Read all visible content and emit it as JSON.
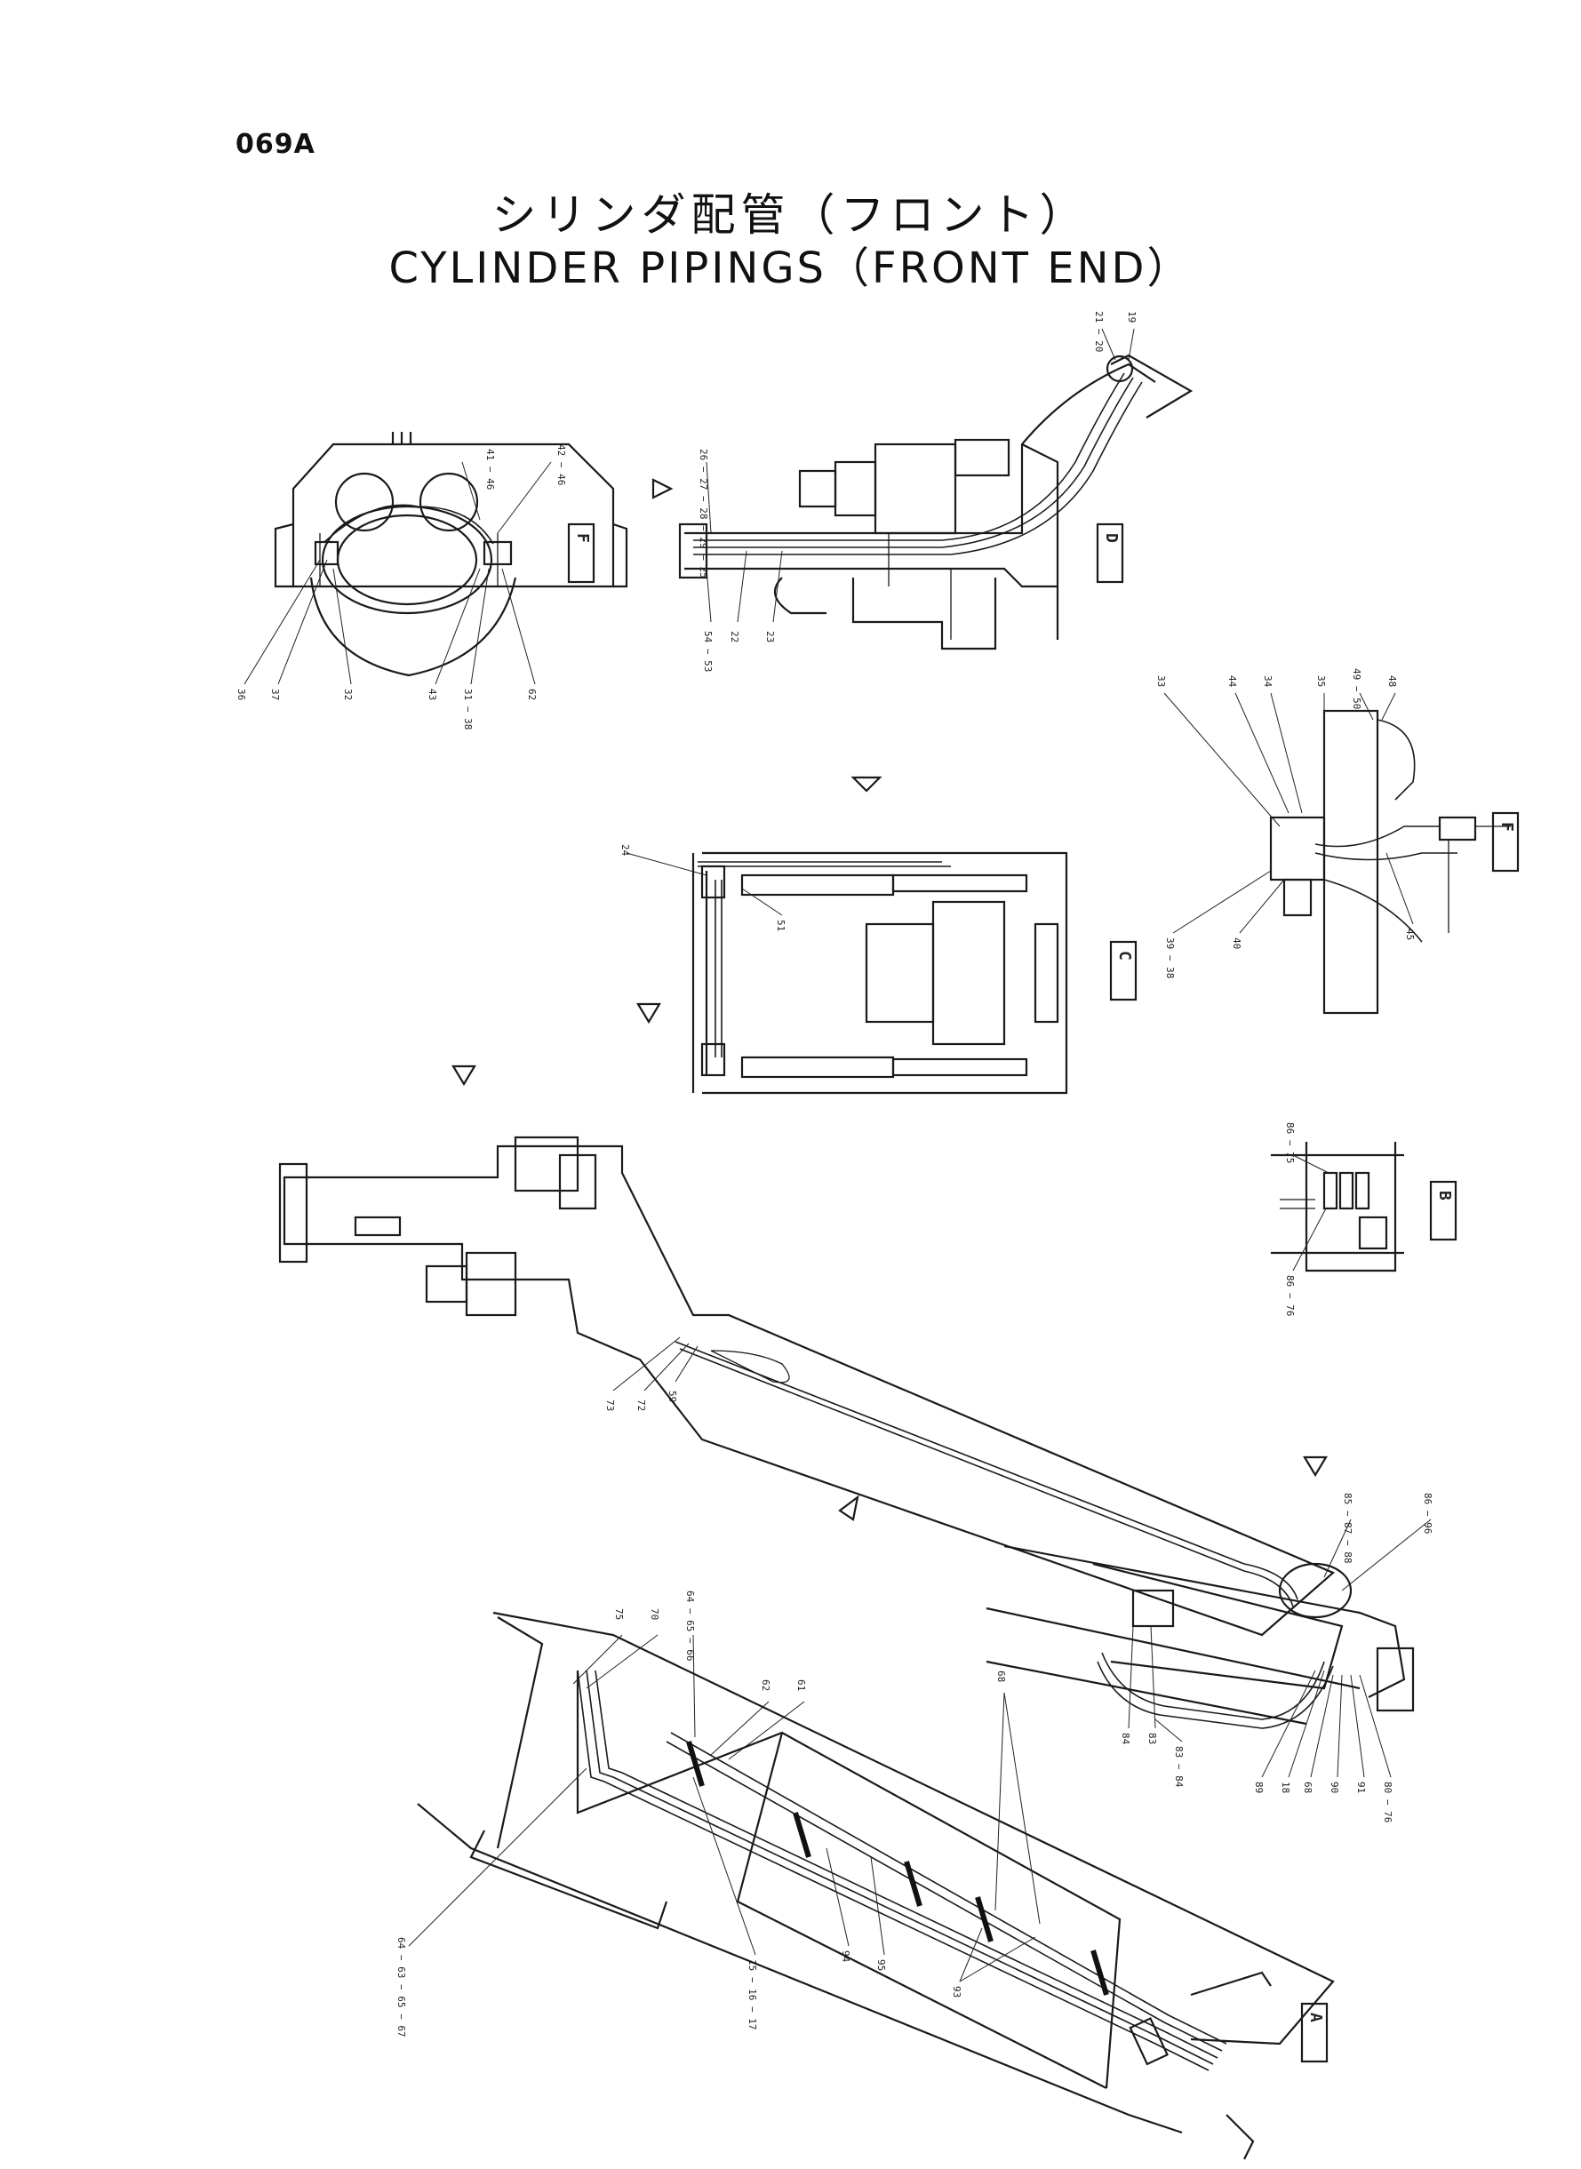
{
  "page_code": "069A",
  "title_ja": "シリンダ配管（フロント）",
  "title_en": "CYLINDER PIPINGS（FRONT END）",
  "views": {
    "F_top": {
      "tag": "F",
      "callouts": [
        "41 − 46",
        "42 − 46",
        "36",
        "37",
        "32",
        "43",
        "31 − 38",
        "62"
      ]
    },
    "D_side": {
      "tag": "D",
      "callouts": [
        "21 − 20",
        "19",
        "26 − 27 − 28 − 29 − 25",
        "54 − 53",
        "22",
        "23"
      ]
    },
    "C_plan": {
      "tag": "C",
      "callouts": [
        "24",
        "51"
      ]
    },
    "F_detail": {
      "tag": "F",
      "callouts": [
        "33",
        "44",
        "34",
        "35",
        "49 − 50",
        "48",
        "39 − 38",
        "40",
        "45"
      ]
    },
    "B_detail": {
      "tag": "B",
      "callouts": [
        "86 − 75",
        "86 − 76"
      ]
    },
    "boom": {
      "callouts": [
        "73",
        "72",
        "59",
        "85 − 87 − 88",
        "86 − 96",
        "84",
        "83",
        "83 − 84",
        "89",
        "18",
        "68",
        "90",
        "91",
        "80 − 76"
      ]
    },
    "A_arm": {
      "tag": "A",
      "callouts": [
        "75",
        "70",
        "64 − 65 − 66",
        "62",
        "61",
        "68",
        "64 − 63 − 65 − 67",
        "15 − 16 − 17",
        "94",
        "95",
        "93"
      ]
    }
  }
}
